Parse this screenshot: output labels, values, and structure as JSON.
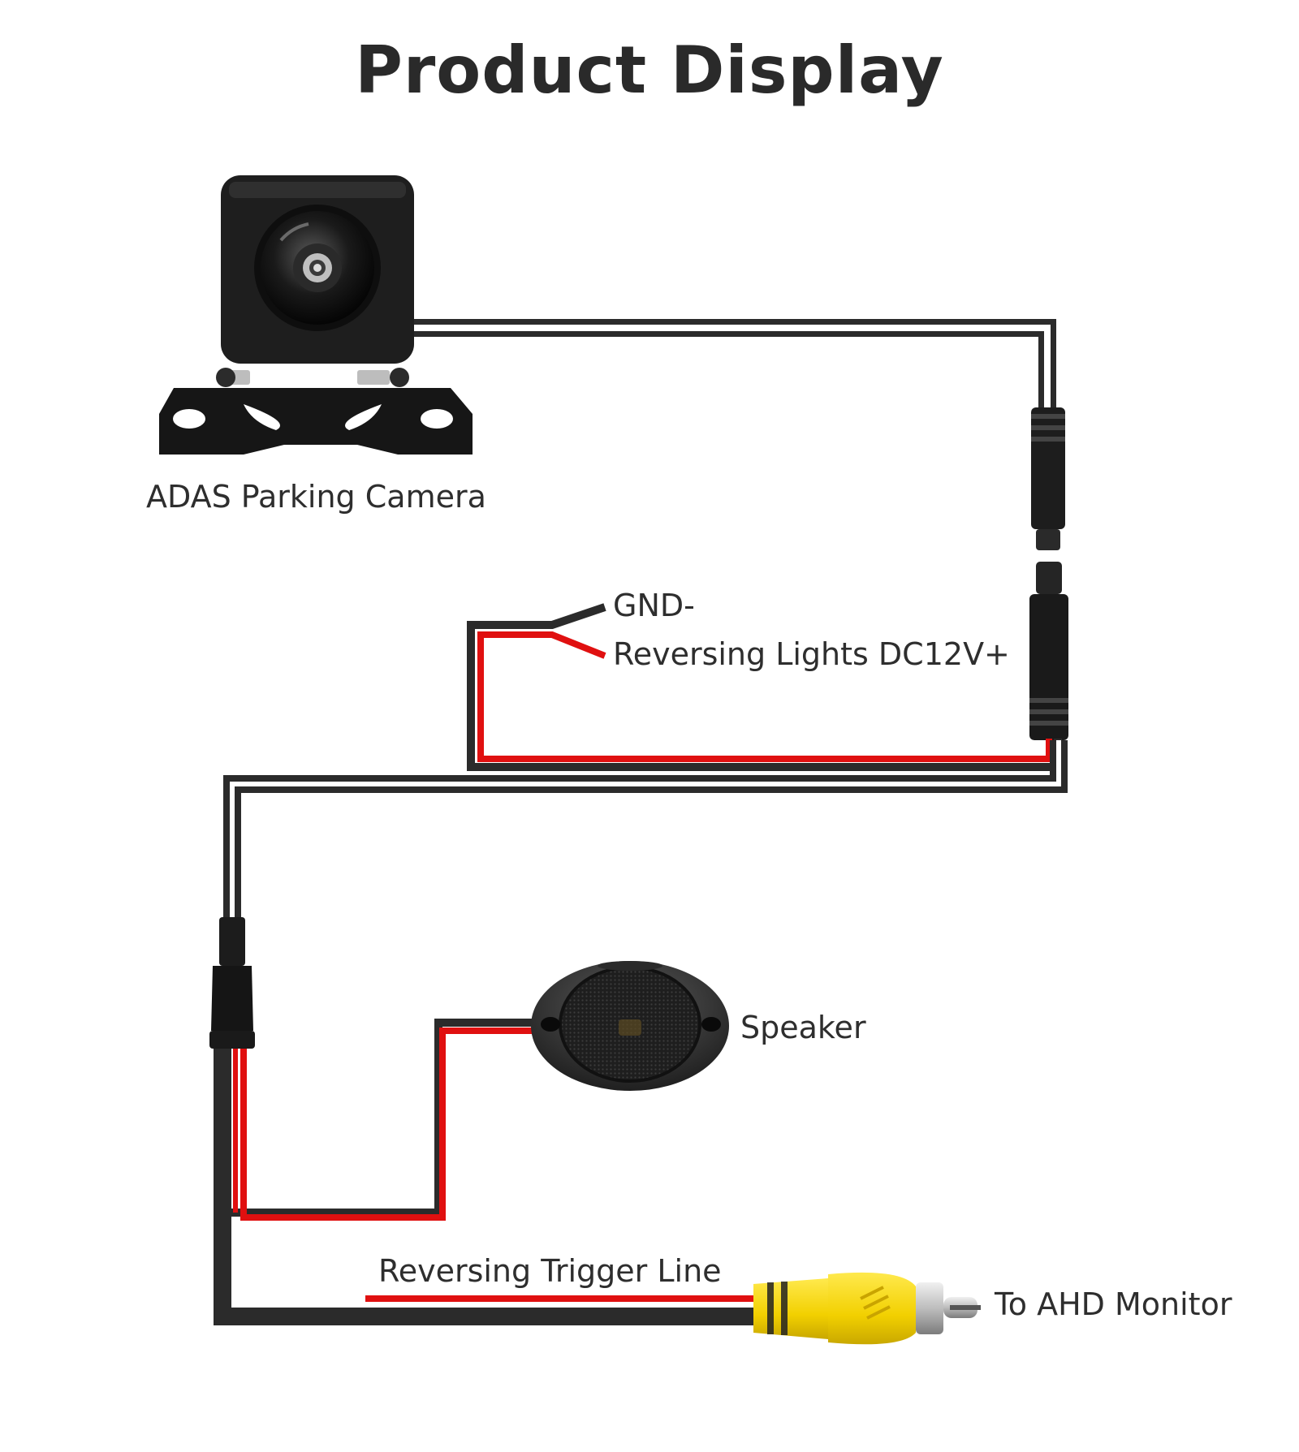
{
  "title": "Product Display",
  "labels": {
    "camera": "ADAS Parking Camera",
    "gnd": "GND-",
    "reversing_lights": "Reversing Lights DC12V+",
    "speaker": "Speaker",
    "trigger": "Reversing Trigger Line",
    "monitor": "To AHD Monitor"
  },
  "colors": {
    "cable_black": "#2b2b2b",
    "wire_red": "#e01010",
    "rca_yellow": "#f5d800",
    "text": "#2e2e2e"
  }
}
